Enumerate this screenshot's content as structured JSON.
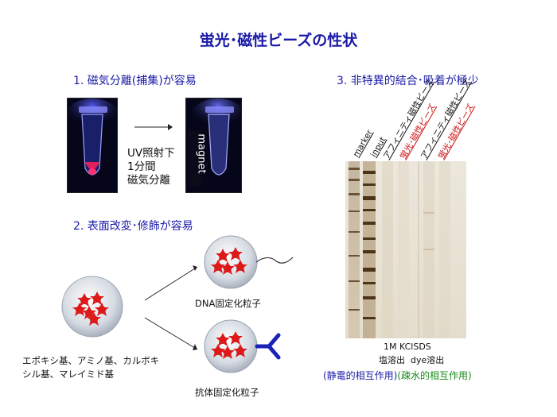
{
  "title": "蛍光･磁性ビーズの性状",
  "section1": {
    "heading": "1. 磁気分離(捕集)が容易",
    "caption_lines": [
      "UV照射下",
      "1分間",
      "磁気分離"
    ],
    "magnet_label": "magnet"
  },
  "section2": {
    "heading": "2. 表面改変･修飾が容易",
    "groups_lines": [
      "エポキシ基、アミノ基、カルボキ",
      "シル基、マレイミド基"
    ],
    "dna_label": "DNA固定化粒子",
    "antibody_label": "抗体固定化粒子"
  },
  "section3": {
    "heading": "3. 非特異的結合･吸着が極少",
    "lanes": [
      {
        "label": "marker",
        "color": "#111111"
      },
      {
        "label": "input",
        "color": "#111111"
      },
      {
        "label": "アフィニティ磁性ビーズ",
        "color": "#111111"
      },
      {
        "label": "蛍光･磁性ビーズ",
        "color": "#cc1111"
      },
      {
        "label": "アフィニティ磁性ビーズ",
        "color": "#111111"
      },
      {
        "label": "蛍光･磁性ビーズ",
        "color": "#cc1111"
      }
    ],
    "gel_bottom_label_1": "1M KCl",
    "gel_bottom_label_2": "SDS",
    "elution_1": "塩溶出",
    "elution_2": "dye溶出",
    "interaction_1": "(静電的相互作用)",
    "interaction_2": "(疎水的相互作用)",
    "colors": {
      "interaction_1": "#1a1aa8",
      "interaction_2": "#1a8a1a"
    }
  }
}
